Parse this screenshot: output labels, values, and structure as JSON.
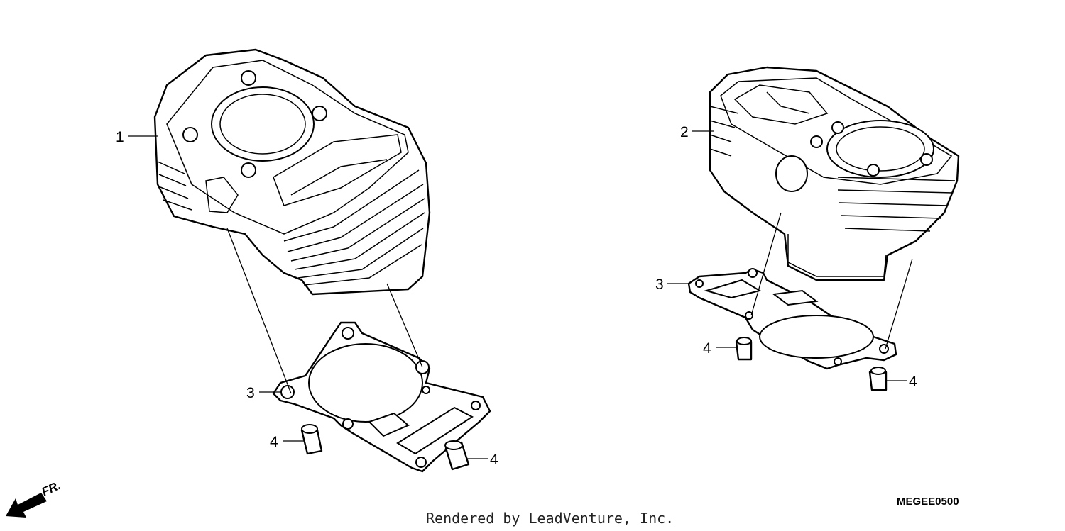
{
  "diagram": {
    "callouts": [
      {
        "id": "c1",
        "label": "1"
      },
      {
        "id": "c2",
        "label": "2"
      },
      {
        "id": "c3a",
        "label": "3"
      },
      {
        "id": "c3b",
        "label": "3"
      },
      {
        "id": "c4a",
        "label": "4"
      },
      {
        "id": "c4b",
        "label": "4"
      },
      {
        "id": "c4c",
        "label": "4"
      },
      {
        "id": "c4d",
        "label": "4"
      }
    ],
    "direction_label": "FR.",
    "diagram_code": "MEGEE0500",
    "credit": "Rendered by LeadVenture, Inc."
  }
}
